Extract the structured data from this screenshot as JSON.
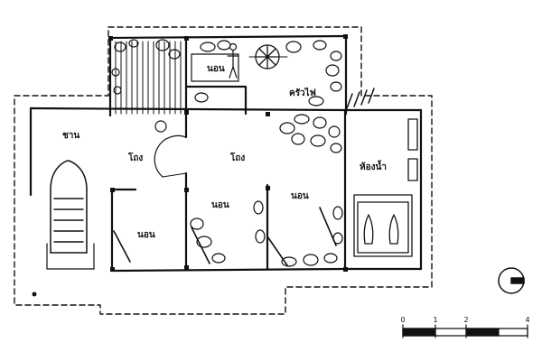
{
  "plan": {
    "labels": {
      "chan": "ชาน",
      "hall_left": "โถง",
      "hall_center": "โถง",
      "room_top": "นอน",
      "kitchen": "ครัวไฟ",
      "room_left": "นอน",
      "room_mid": "นอน",
      "room_right": "นอน",
      "bathroom": "ห้องน้ำ"
    },
    "scale": {
      "ticks": [
        "0",
        "1",
        "2",
        "4"
      ]
    },
    "colors": {
      "ink": "#111111",
      "paper": "#ffffff"
    }
  }
}
